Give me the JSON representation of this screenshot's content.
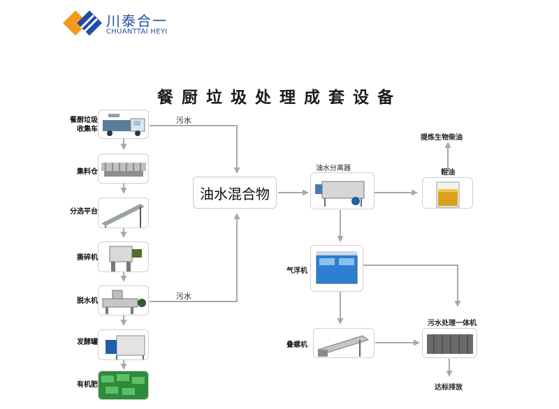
{
  "brand": {
    "name_cn": "川泰合一",
    "name_en": "CHUANTTAI HEYI"
  },
  "title": "餐厨垃圾处理成套设备",
  "left_chain": [
    {
      "label": "餐厨垃圾\n收集车",
      "icon": "truck"
    },
    {
      "label": "集料仓",
      "icon": "hopper"
    },
    {
      "label": "分选平台",
      "icon": "conveyor"
    },
    {
      "label": "撕碎机",
      "icon": "shredder"
    },
    {
      "label": "脱水机",
      "icon": "dewatering-machine"
    },
    {
      "label": "发酵罐",
      "icon": "fermentation-tank"
    },
    {
      "label": "有机肥",
      "icon": "fertilizer-bags"
    }
  ],
  "wastewater_label_top": "污水",
  "wastewater_label_bottom": "污水",
  "mixture": "油水混合物",
  "separator": "油水分离器",
  "crude_oil": "粗油",
  "biodiesel": "提炼生物柴油",
  "air_flotation": "气浮机",
  "screw_press": "叠螺机",
  "integrated_treatment": "污水处理一体机",
  "discharge": "达标排放",
  "colors": {
    "arrow": "#a8a8a8",
    "brand_blue": "#1f4ea1",
    "brand_orange": "#f39a1e"
  }
}
